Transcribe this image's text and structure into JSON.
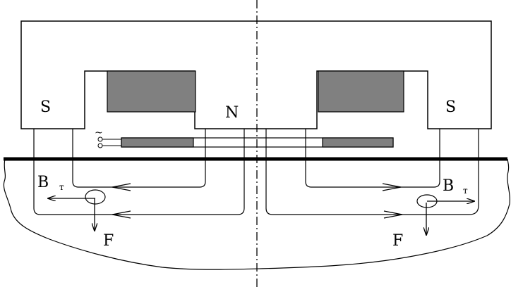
{
  "labels": {
    "pole_left": "S",
    "pole_center": "N",
    "pole_right": "S",
    "field_left": "B",
    "field_left_sub": "т",
    "field_right": "B",
    "field_right_sub": "т",
    "force_left": "F",
    "force_right": "F",
    "ac_symbol": "~"
  },
  "colors": {
    "stroke": "#000000",
    "coil_fill": "#808080",
    "background": "#ffffff"
  }
}
